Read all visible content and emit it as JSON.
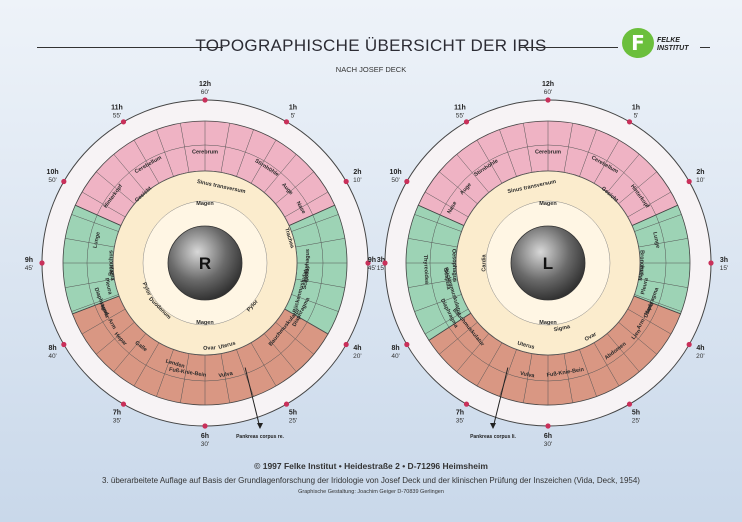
{
  "title": "TOPOGRAPHISCHE ÜBERSICHT DER IRIS",
  "subtitle": "NACH JOSEF DECK",
  "logo": {
    "line1": "FELKE",
    "line2": "INSTITUT"
  },
  "colors": {
    "pink": "#efb3c4",
    "green": "#9dd3b5",
    "terracotta": "#d99783",
    "cream": "#fbeccd",
    "ring": "#f7f3f5",
    "marker": "#c9305a"
  },
  "clock_labels": [
    {
      "h": "12h",
      "m": "60'"
    },
    {
      "h": "1h",
      "m": "5'"
    },
    {
      "h": "2h",
      "m": "10'"
    },
    {
      "h": "3h",
      "m": "15'"
    },
    {
      "h": "4h",
      "m": "20'"
    },
    {
      "h": "5h",
      "m": "25'"
    },
    {
      "h": "6h",
      "m": "30'"
    },
    {
      "h": "7h",
      "m": "35'"
    },
    {
      "h": "8h",
      "m": "40'"
    },
    {
      "h": "9h",
      "m": "45'"
    },
    {
      "h": "10h",
      "m": "50'"
    },
    {
      "h": "11h",
      "m": "55'"
    }
  ],
  "eyes": [
    {
      "pupil": "R",
      "annotation": "Pankreas corpus re.",
      "labels": [
        {
          "text": "Cerebrum",
          "h": 12.0,
          "rf": 0.78
        },
        {
          "text": "Cerebellum",
          "h": 11.0,
          "rf": 0.8
        },
        {
          "text": "Hinterkopf",
          "h": 10.2,
          "rf": 0.8
        },
        {
          "text": "Stirnhöhle",
          "h": 1.1,
          "rf": 0.8
        },
        {
          "text": "Auge",
          "h": 1.6,
          "rf": 0.78
        },
        {
          "text": "Nase",
          "h": 2.0,
          "rf": 0.78
        },
        {
          "text": "Trachea",
          "h": 2.45,
          "rf": 0.62
        },
        {
          "text": "Oesophagus",
          "h": 3.05,
          "rf": 0.72
        },
        {
          "text": "Scapula",
          "h": 3.3,
          "rf": 0.72
        },
        {
          "text": "Rückenmuskulatur",
          "h": 3.5,
          "rf": 0.7
        },
        {
          "text": "Diaphragma",
          "h": 3.9,
          "rf": 0.76
        },
        {
          "text": "Bauchmuskulatur",
          "h": 4.3,
          "rf": 0.72
        },
        {
          "text": "Lunge",
          "h": 9.4,
          "rf": 0.78
        },
        {
          "text": "Bronchus",
          "h": 9.0,
          "rf": 0.66
        },
        {
          "text": "Mama",
          "h": 8.8,
          "rf": 0.66
        },
        {
          "text": "Pleura",
          "h": 8.55,
          "rf": 0.7
        },
        {
          "text": "Diaphragma",
          "h": 8.3,
          "rf": 0.78
        },
        {
          "text": "Hand - Arm",
          "h": 8.05,
          "rf": 0.78
        },
        {
          "text": "Hepar",
          "h": 7.6,
          "rf": 0.8
        },
        {
          "text": "Galle",
          "h": 7.25,
          "rf": 0.74
        },
        {
          "text": "Lenden",
          "h": 6.55,
          "rf": 0.74
        },
        {
          "text": "Fuß-Knie-Bein",
          "h": 6.3,
          "rf": 0.78
        },
        {
          "text": "Vulva",
          "h": 5.65,
          "rf": 0.8
        },
        {
          "text": "Ovar",
          "h": 5.9,
          "rf": 0.6
        },
        {
          "text": "Uterus",
          "h": 5.5,
          "rf": 0.6
        },
        {
          "text": "Magen",
          "h": 12.0,
          "rf": 0.42
        },
        {
          "text": "Magen",
          "h": 6.0,
          "rf": 0.42
        },
        {
          "text": "Duodenum",
          "h": 7.5,
          "rf": 0.45
        },
        {
          "text": "Pylor",
          "h": 8.2,
          "rf": 0.45
        },
        {
          "text": "Pylor",
          "h": 4.4,
          "rf": 0.45
        },
        {
          "text": "Sinus transversum",
          "h": 12.4,
          "rf": 0.55
        },
        {
          "text": "Gesicht",
          "h": 10.6,
          "rf": 0.65
        }
      ]
    },
    {
      "pupil": "L",
      "annotation": "Pankreas corpus li.",
      "labels": [
        {
          "text": "Cerebrum",
          "h": 12.0,
          "rf": 0.78
        },
        {
          "text": "Cerebellum",
          "h": 1.0,
          "rf": 0.8
        },
        {
          "text": "Hinterkopf",
          "h": 1.8,
          "rf": 0.8
        },
        {
          "text": "Stirnhöhle",
          "h": 10.9,
          "rf": 0.8
        },
        {
          "text": "Auge",
          "h": 10.4,
          "rf": 0.78
        },
        {
          "text": "Nase",
          "h": 10.0,
          "rf": 0.78
        },
        {
          "text": "Thyreoidea",
          "h": 8.9,
          "rf": 0.86
        },
        {
          "text": "Oesophagus",
          "h": 8.95,
          "rf": 0.66
        },
        {
          "text": "Scapula",
          "h": 8.7,
          "rf": 0.72
        },
        {
          "text": "Rückenmuskulatur",
          "h": 8.45,
          "rf": 0.7
        },
        {
          "text": "Diaphragma",
          "h": 8.1,
          "rf": 0.78
        },
        {
          "text": "Bauchmuskulatur",
          "h": 7.7,
          "rf": 0.72
        },
        {
          "text": "Lunge",
          "h": 2.6,
          "rf": 0.78
        },
        {
          "text": "Bronchus",
          "h": 3.0,
          "rf": 0.66
        },
        {
          "text": "Mama",
          "h": 3.2,
          "rf": 0.66
        },
        {
          "text": "Pleura",
          "h": 3.45,
          "rf": 0.7
        },
        {
          "text": "Diaphragma",
          "h": 3.7,
          "rf": 0.78
        },
        {
          "text": "Arm - Hand",
          "h": 3.95,
          "rf": 0.78
        },
        {
          "text": "Lien",
          "h": 4.3,
          "rf": 0.8
        },
        {
          "text": "Abdomen",
          "h": 4.75,
          "rf": 0.78
        },
        {
          "text": "Fuß-Knie-Bein",
          "h": 5.7,
          "rf": 0.78
        },
        {
          "text": "Vulva",
          "h": 6.35,
          "rf": 0.8
        },
        {
          "text": "Ovar",
          "h": 5.0,
          "rf": 0.6
        },
        {
          "text": "Uterus",
          "h": 6.5,
          "rf": 0.6
        },
        {
          "text": "Magen",
          "h": 12.0,
          "rf": 0.42
        },
        {
          "text": "Magen",
          "h": 6.0,
          "rf": 0.42
        },
        {
          "text": "Sigma",
          "h": 5.6,
          "rf": 0.47
        },
        {
          "text": "Cardia",
          "h": 9.0,
          "rf": 0.45
        },
        {
          "text": "Sinus transversum",
          "h": 11.6,
          "rf": 0.55
        },
        {
          "text": "Gesicht",
          "h": 1.4,
          "rf": 0.65
        }
      ]
    }
  ],
  "footer": {
    "line1": "© 1997 Felke Institut • Heidestraße 2 • D-71296 Heimsheim",
    "line2": "3. überarbeitete Auflage auf Basis der Grundlagenforschung der Iridologie von Josef Deck und der klinischen Prüfung der Inszeichen (Vida, Deck, 1954)",
    "line3": "Graphische Gestaltung: Joachim Geiger D-70839 Gerlingen"
  }
}
